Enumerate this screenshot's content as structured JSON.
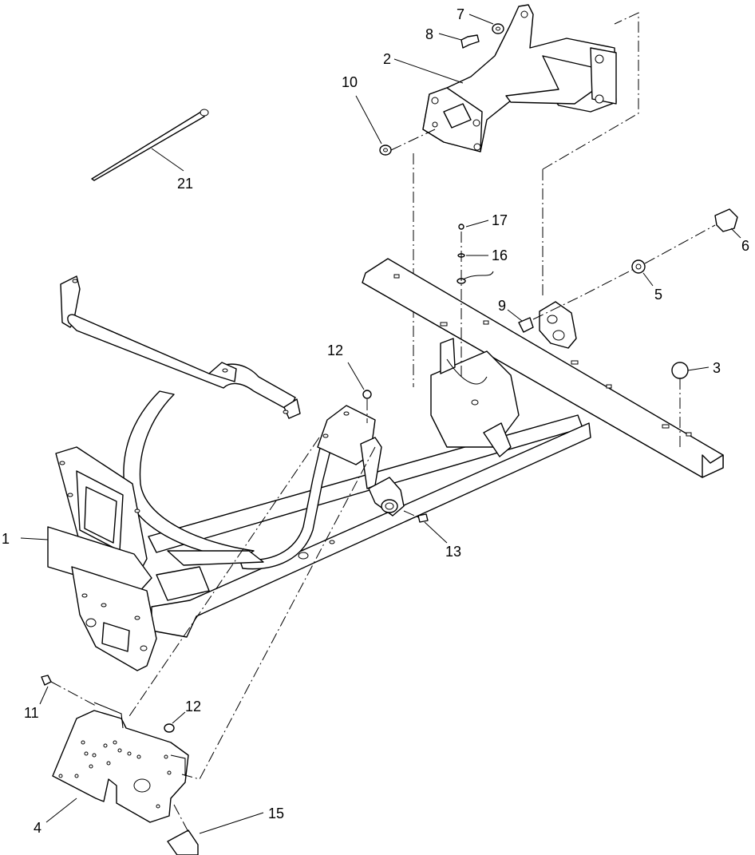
{
  "diagram": {
    "kind": "exploded parts diagram",
    "callouts": [
      {
        "id": "1",
        "label": "1"
      },
      {
        "id": "2",
        "label": "2"
      },
      {
        "id": "3",
        "label": "3"
      },
      {
        "id": "4",
        "label": "4"
      },
      {
        "id": "5",
        "label": "5"
      },
      {
        "id": "6",
        "label": "6"
      },
      {
        "id": "7",
        "label": "7"
      },
      {
        "id": "8",
        "label": "8"
      },
      {
        "id": "9",
        "label": "9"
      },
      {
        "id": "10",
        "label": "10"
      },
      {
        "id": "11",
        "label": "11"
      },
      {
        "id": "12a",
        "label": "12"
      },
      {
        "id": "12b",
        "label": "12"
      },
      {
        "id": "13",
        "label": "13"
      },
      {
        "id": "15",
        "label": "15"
      },
      {
        "id": "16",
        "label": "16"
      },
      {
        "id": "17",
        "label": "17"
      },
      {
        "id": "21",
        "label": "21"
      }
    ]
  }
}
